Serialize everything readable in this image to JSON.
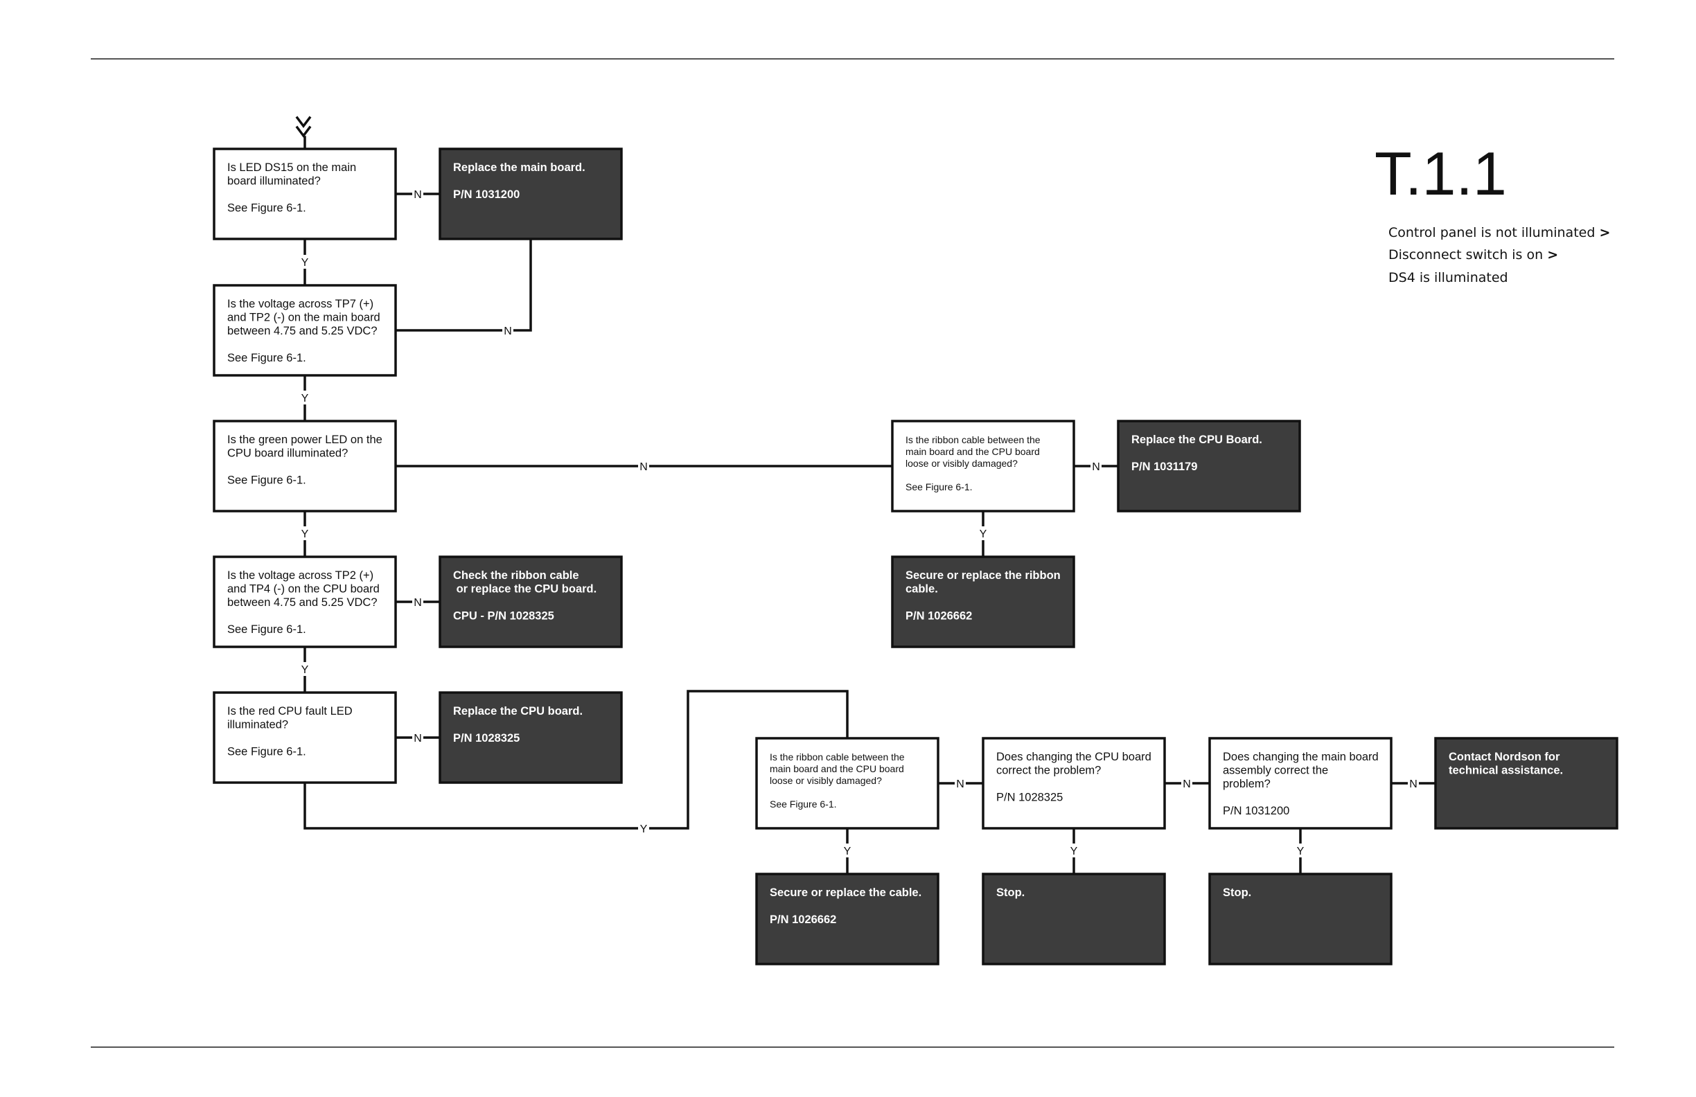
{
  "header": {
    "title": "T.1.1",
    "breadcrumb": [
      {
        "text": "Control panel is not illuminated",
        "arrow": ">"
      },
      {
        "text": "Disconnect switch is on",
        "arrow": ">"
      },
      {
        "text": "DS4 is illuminated",
        "arrow": ""
      }
    ]
  },
  "colors": {
    "action_fill": "#3d3d3d",
    "action_text": "#ffffff",
    "question_fill": "#ffffff",
    "stroke": "#111111"
  },
  "nodes": [
    {
      "id": "q1",
      "kind": "question",
      "lines": [
        "Is LED DS15 on the main",
        "board illuminated?",
        "",
        "See Figure 6-1."
      ]
    },
    {
      "id": "a1",
      "kind": "action",
      "lines": [
        "Replace the main board.",
        "",
        "P/N 1031200"
      ]
    },
    {
      "id": "q2",
      "kind": "question",
      "lines": [
        "Is the voltage across TP7 (+)",
        "and TP2 (-) on the main board",
        "between 4.75 and 5.25 VDC?",
        "",
        "See Figure 6-1."
      ]
    },
    {
      "id": "q3",
      "kind": "question",
      "lines": [
        "Is the green power LED on the",
        "CPU board illuminated?",
        "",
        "See Figure 6-1."
      ]
    },
    {
      "id": "q4",
      "kind": "question",
      "lines": [
        "Is the voltage across TP2 (+)",
        "and TP4 (-) on the CPU board",
        "between 4.75 and 5.25 VDC?",
        "",
        "See Figure 6-1."
      ]
    },
    {
      "id": "a4",
      "kind": "action",
      "lines": [
        "Check the ribbon cable",
        " or replace the CPU  board.",
        "",
        "CPU -  P/N 1028325"
      ]
    },
    {
      "id": "q5",
      "kind": "question",
      "lines": [
        "Is the red CPU fault LED",
        "illuminated?",
        "",
        "See Figure 6-1."
      ]
    },
    {
      "id": "a5",
      "kind": "action",
      "lines": [
        "Replace the CPU board.",
        "",
        "P/N 1028325"
      ]
    },
    {
      "id": "q6",
      "kind": "question",
      "small": true,
      "lines": [
        "Is the ribbon cable between the",
        "main board and the CPU  board",
        "loose or visibly damaged?",
        "",
        "See Figure 6-1."
      ]
    },
    {
      "id": "a6n",
      "kind": "action",
      "lines": [
        "Replace the CPU Board.",
        "",
        "P/N 1031179"
      ]
    },
    {
      "id": "a6y",
      "kind": "action",
      "lines": [
        "Secure or replace the ribbon",
        "cable.",
        "",
        "P/N 1026662"
      ]
    },
    {
      "id": "q7",
      "kind": "question",
      "small": true,
      "lines": [
        "Is the ribbon cable between  the",
        "main board and the CPU board",
        "loose or visibly damaged?",
        "",
        "See Figure 6-1."
      ]
    },
    {
      "id": "a7y",
      "kind": "action",
      "lines": [
        "Secure or replace the cable.",
        "",
        "P/N 1026662"
      ]
    },
    {
      "id": "q8",
      "kind": "question",
      "lines": [
        "Does changing the CPU board",
        "correct the problem?",
        "",
        "P/N 1028325"
      ]
    },
    {
      "id": "a8y",
      "kind": "action",
      "lines": [
        "Stop."
      ]
    },
    {
      "id": "q9",
      "kind": "question",
      "lines": [
        "Does changing the main board",
        "assembly correct the",
        "problem?",
        "",
        "P/N 1031200"
      ]
    },
    {
      "id": "a9y",
      "kind": "action",
      "lines": [
        "Stop."
      ]
    },
    {
      "id": "a9n",
      "kind": "action",
      "lines": [
        "Contact Nordson for",
        "technical assistance."
      ]
    }
  ],
  "edges": [
    {
      "from": "q1",
      "to": "a1",
      "label": "N"
    },
    {
      "from": "q1",
      "to": "q2",
      "label": "Y"
    },
    {
      "from": "q2",
      "to": "a1",
      "label": "N"
    },
    {
      "from": "q2",
      "to": "q3",
      "label": "Y"
    },
    {
      "from": "q3",
      "to": "q6",
      "label": "N"
    },
    {
      "from": "q3",
      "to": "q4",
      "label": "Y"
    },
    {
      "from": "q4",
      "to": "a4",
      "label": "N"
    },
    {
      "from": "q4",
      "to": "q5",
      "label": "Y"
    },
    {
      "from": "q5",
      "to": "a5",
      "label": "N"
    },
    {
      "from": "q5",
      "to": "q7",
      "label": "Y"
    },
    {
      "from": "q6",
      "to": "a6n",
      "label": "N"
    },
    {
      "from": "q6",
      "to": "a6y",
      "label": "Y"
    },
    {
      "from": "q7",
      "to": "q8",
      "label": "N"
    },
    {
      "from": "q7",
      "to": "a7y",
      "label": "Y"
    },
    {
      "from": "q8",
      "to": "q9",
      "label": "N"
    },
    {
      "from": "q8",
      "to": "a8y",
      "label": "Y"
    },
    {
      "from": "q9",
      "to": "a9n",
      "label": "N"
    },
    {
      "from": "q9",
      "to": "a9y",
      "label": "Y"
    }
  ]
}
